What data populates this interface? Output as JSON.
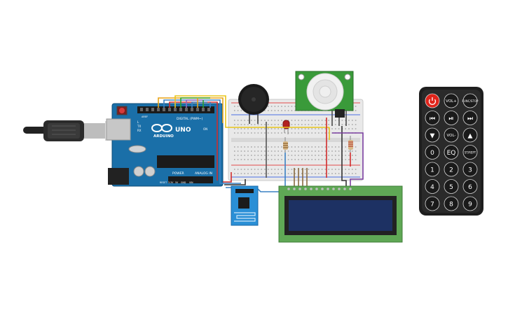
{
  "arduino": {
    "brand": "ARDUINO",
    "model": "UNO",
    "digital_label": "DIGITAL (PWM~)",
    "power_label": "POWER",
    "analog_label": "ANALOG IN",
    "aref_label": "AREF",
    "gnd_label": "GND",
    "reset_label": "RESET",
    "v33_label": "3.3V",
    "v5_label": "5V",
    "vin_label": "VIN",
    "tx_label": "TX",
    "rx_label": "RX",
    "l_label": "L",
    "on_label": "ON"
  },
  "remote": {
    "buttons": [
      "",
      "VOL+",
      "FUNC/STOP",
      "⏮",
      "⏯",
      "⏭",
      "▼",
      "VOL-",
      "▲",
      "0",
      "EQ",
      "ST/REPT",
      "1",
      "2",
      "3",
      "4",
      "5",
      "6",
      "7",
      "8",
      "9"
    ]
  },
  "colors": {
    "arduino_blue": "#1a6fa8",
    "breadboard": "#e9e9e9",
    "pir_green": "#3a9a3a",
    "lcd_green": "#5fa855",
    "lcd_screen": "#1d3163",
    "remote_body": "#1e1e1e",
    "power_red": "#e0241b",
    "esp_blue": "#2a8fd6"
  }
}
